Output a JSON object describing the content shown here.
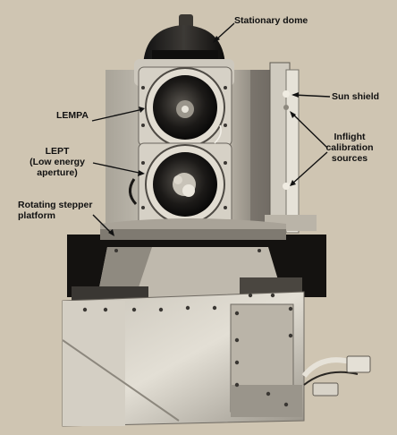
{
  "labels": {
    "stationary_dome": "Stationary dome",
    "sun_shield": "Sun shield",
    "lempa": "LEMPA",
    "inflight": [
      "Inflight",
      "calibration",
      "sources"
    ],
    "lept": [
      "LEPT",
      "(Low energy",
      "aperture)"
    ],
    "rotating": [
      "Rotating stepper",
      "platform"
    ]
  },
  "colors": {
    "background": "#cfc5b2",
    "label_text": "#111111",
    "leader_line": "#111111",
    "metal_light": "#d9d4c8",
    "metal_mid": "#a9a398",
    "metal_dark": "#3a3733",
    "shadow": "#0d0c0b"
  }
}
